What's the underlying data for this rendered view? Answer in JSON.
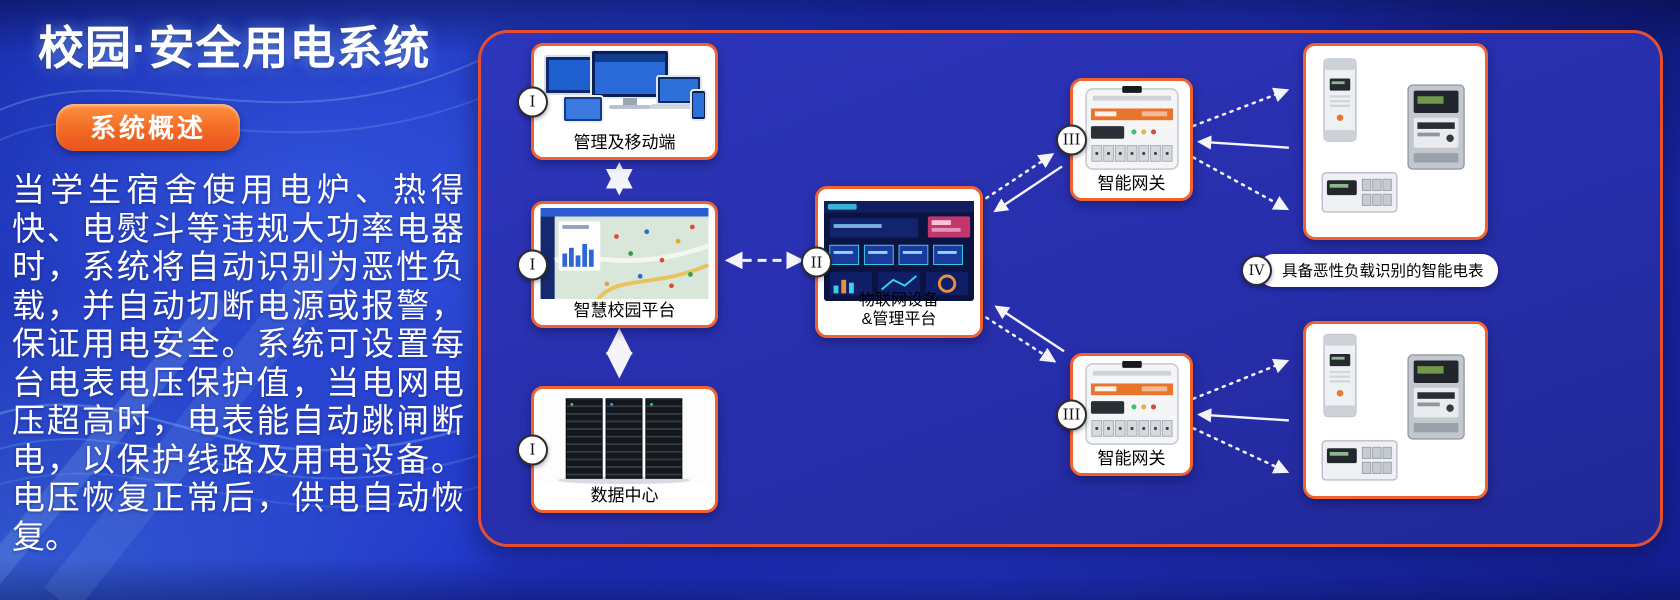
{
  "colors": {
    "accent_orange": "#f0612f",
    "panel_border_red": "#e44f30",
    "badge_orange": "#f26a24",
    "panel_blue": "#272eab",
    "background_blue": "#1b2cc0",
    "box_background": "#ffffff",
    "arrow_white": "#ffffff"
  },
  "header": {
    "title": "校园·安全用电系统",
    "badge": "系统概述"
  },
  "overview": {
    "paragraph": "当学生宿舍使用电炉、热得快、电熨斗等违规大功率电器时，系统将自动识别为恶性负载，并自动切断电源或报警，保证用电安全。系统可设置每台电表电压保护值，当电网电压超高时，电表能自动跳闸断电，以保护线路及用电设备。电压恢复正常后，供电自动恢复。"
  },
  "diagram": {
    "nodes": {
      "management": {
        "numeral": "I",
        "label": "管理及移动端"
      },
      "campus_platform": {
        "numeral": "I",
        "label": "智慧校园平台"
      },
      "data_center": {
        "numeral": "I",
        "label": "数据中心"
      },
      "iot_platform": {
        "numeral": "II",
        "label": "物联网设备\n&管理平台"
      },
      "gateway_top": {
        "numeral": "III",
        "label": "智能网关"
      },
      "gateway_bottom": {
        "numeral": "III",
        "label": "智能网关"
      },
      "smart_meters": {
        "numeral": "IV",
        "label": "具备恶性负载识别的智能电表"
      }
    }
  }
}
